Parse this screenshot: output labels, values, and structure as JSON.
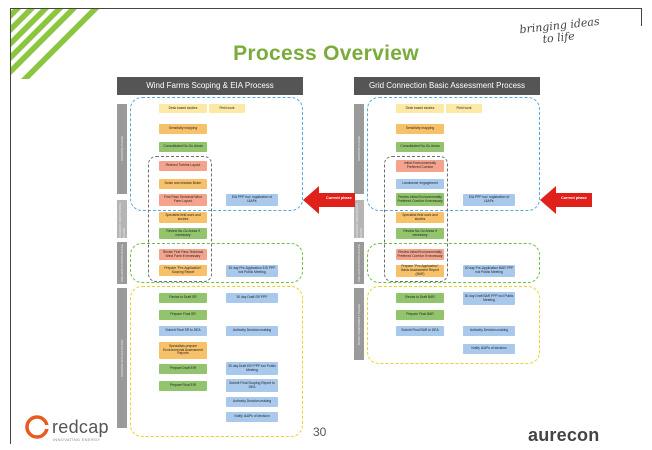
{
  "slide": {
    "title": "Process Overview",
    "tagline_line1": "bringing ideas",
    "tagline_line2": "to life",
    "page_number": "30"
  },
  "left_column": {
    "title": "Wind Farms Scoping & EIA Process",
    "phase_labels": [
      "SCOPING PHASE",
      "CURRENT MONITORING PHASE",
      "PRE-APPLICATION PHASE",
      "SCOPING AND EIA PHASE"
    ],
    "steps": {
      "desk": "Desk based studies",
      "field": "Field work",
      "sensitivity": "Sensitivity mapping",
      "consolidated": "Consolidated No-Go Areas",
      "revised": "Revised Turbine Layout",
      "noise": "Noise and shadow flicker",
      "first_pass": "First Pass Technical Wind Farm Layout",
      "eia_ppp": "EIA PPP incl. registration of I&APs",
      "specialist": "Specialist field work and studies",
      "review": "Review No-Go Areas if necessary",
      "revise_first": "Revise First Pass Technical Wind Farm if necessary",
      "prepare_pre": "Prepare \"Pre-Application\" Scoping Report",
      "day30_pre": "30 day Pre-Application EIS PPP incl Public Meeting",
      "revise_draft": "Revise to Draft SR",
      "day30_draft": "30 day Draft SR PPP",
      "prepare_final": "Prepare Final SR",
      "submit_final": "Submit Final SR to DEA",
      "authority": "Authority Decision-making",
      "specialists": "Specialists prepare Environmental Assessment Reports",
      "prepare_eir": "Prepare Draft EIR",
      "day30_eir": "30 day Draft EIR PPP incl Public Meeting",
      "prepare_final_eir": "Prepare Final EIR",
      "submit_scoping": "Submit Final Scoping Report to DEA",
      "authority2": "Authority Decision-making",
      "notify": "Notify I&APs of decision"
    }
  },
  "right_column": {
    "title": "Grid Connection Basic Assessment Process",
    "phase_labels": [
      "SCOPING PHASE",
      "CURRENT MONITORING PHASE",
      "PRE-APPLICATION PHASE",
      "BASIC ASSESSMENT PHASE"
    ],
    "steps": {
      "desk": "Desk based studies",
      "field": "Field work",
      "sensitivity": "Sensitivity mapping",
      "consolidated": "Consolidated No-Go Areas",
      "initial": "Initial Environmentally Preferred Corridor",
      "landowner": "Landowner engagement",
      "review_initial": "Review initial Environmentally Preferred Corridor if necessary",
      "eia_ppp": "EIA PPP incl. registration of I&APs",
      "specialist": "Specialist field work and studies",
      "review_nogo": "Review No-Go Areas if necessary",
      "review_corr": "Review initial Environmentally Preferred Corridor if necessary",
      "prepare_pre": "Prepare \"Pre-Application\" Basic Assessment Report (BAR)",
      "day30_pre": "30 day Pre-Application BAR PPP incl Public Meeting",
      "revise_draft": "Revise to Draft BAR",
      "day30_draft": "30 day Draft BAR PPP incl Public Meeting",
      "prepare_final": "Prepare Final BAR",
      "submit_final": "Submit Final BAR to DEA",
      "authority": "Authority Decision-making",
      "notify": "Notify I&APs of decision"
    }
  },
  "current_phase_label": "Current phase",
  "logos": {
    "redcap_name": "redcap",
    "redcap_tag": "INNOVATING ENERGY",
    "aurecon_name": "aurecon"
  },
  "colors": {
    "title_green": "#7bab3c",
    "arrow_red": "#e0201b",
    "blue_region": "#58a6dc",
    "green_region": "#6fbf3f",
    "yellow_region": "#ecd12a"
  }
}
